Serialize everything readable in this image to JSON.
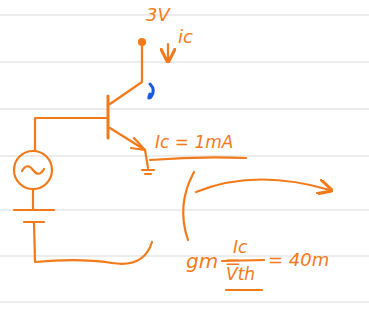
{
  "diagram": {
    "labels": [
      "3V",
      "ic",
      "Ic = 1mA",
      "gm =",
      "Ic",
      "Vth",
      "= 40m"
    ]
  }
}
